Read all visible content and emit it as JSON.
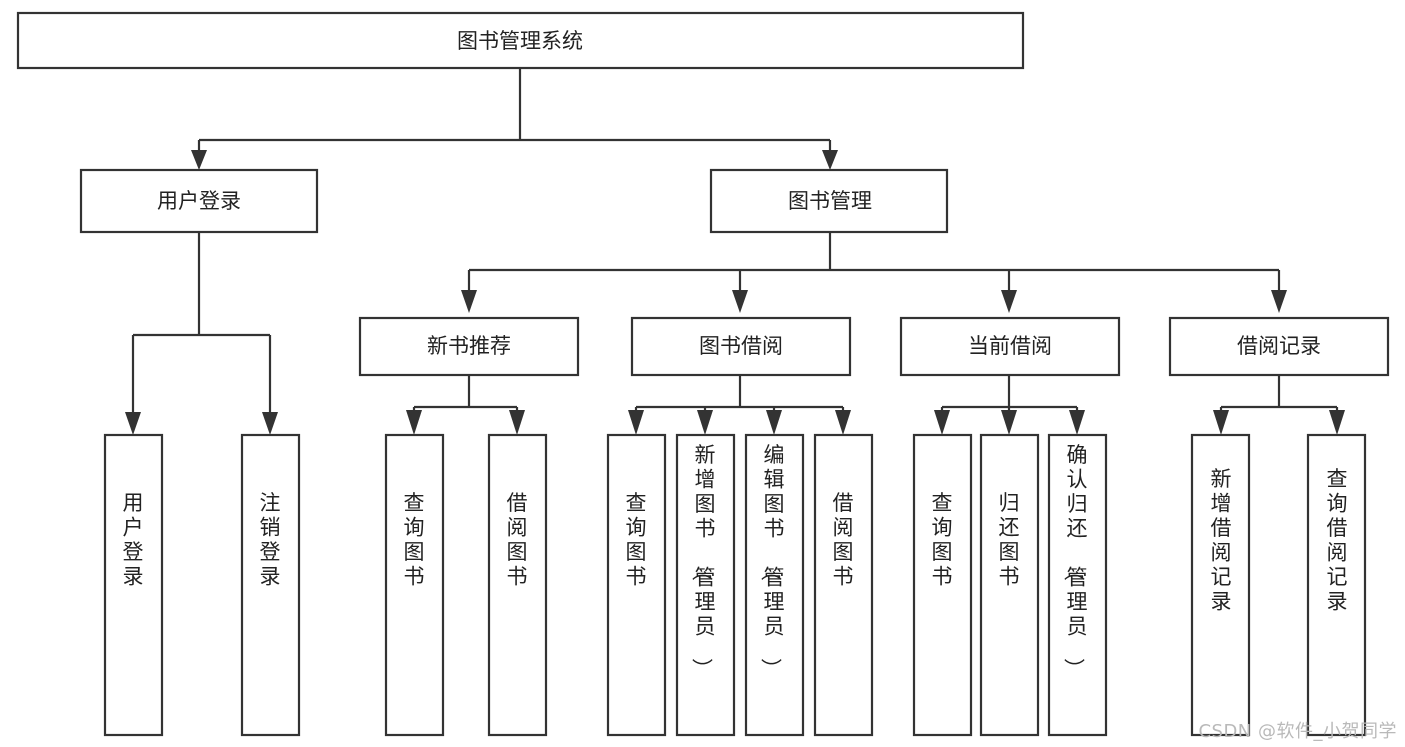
{
  "diagram": {
    "type": "tree-hierarchy",
    "orientation": "top-down",
    "root": {
      "id": "root",
      "label": "图书管理系统"
    },
    "level2": [
      {
        "id": "user-login",
        "label": "用户登录"
      },
      {
        "id": "book-management",
        "label": "图书管理"
      }
    ],
    "level3": [
      {
        "id": "new-book-recommend",
        "label": "新书推荐",
        "parent": "book-management"
      },
      {
        "id": "book-borrow",
        "label": "图书借阅",
        "parent": "book-management"
      },
      {
        "id": "current-borrow",
        "label": "当前借阅",
        "parent": "book-management"
      },
      {
        "id": "borrow-record",
        "label": "借阅记录",
        "parent": "book-management"
      }
    ],
    "leaves": [
      {
        "id": "leaf-user-login",
        "label": "用户登录",
        "parent": "user-login"
      },
      {
        "id": "leaf-logout-login",
        "label": "注销登录",
        "parent": "user-login"
      },
      {
        "id": "leaf-query-book-1",
        "label": "查询图书",
        "parent": "new-book-recommend"
      },
      {
        "id": "leaf-borrow-book-1",
        "label": "借阅图书",
        "parent": "new-book-recommend"
      },
      {
        "id": "leaf-query-book-2",
        "label": "查询图书",
        "parent": "book-borrow"
      },
      {
        "id": "leaf-add-book",
        "label": "新增图书（管理员）",
        "parent": "book-borrow"
      },
      {
        "id": "leaf-edit-book",
        "label": "编辑图书（管理员）",
        "parent": "book-borrow"
      },
      {
        "id": "leaf-borrow-book-2",
        "label": "借阅图书",
        "parent": "book-borrow"
      },
      {
        "id": "leaf-query-book-3",
        "label": "查询图书",
        "parent": "current-borrow"
      },
      {
        "id": "leaf-return-book",
        "label": "归还图书",
        "parent": "current-borrow"
      },
      {
        "id": "leaf-confirm-return",
        "label": "确认归还（管理员）",
        "parent": "current-borrow"
      },
      {
        "id": "leaf-add-record",
        "label": "新增借阅记录",
        "parent": "borrow-record"
      },
      {
        "id": "leaf-query-record",
        "label": "查询借阅记录",
        "parent": "borrow-record"
      }
    ]
  },
  "watermark": {
    "text": "CSDN @软件_小贺同学"
  },
  "colors": {
    "background": "#ffffff",
    "box_fill": "#ffffff",
    "box_stroke": "#333333",
    "text": "#222222",
    "watermark": "#b9b9b9"
  }
}
